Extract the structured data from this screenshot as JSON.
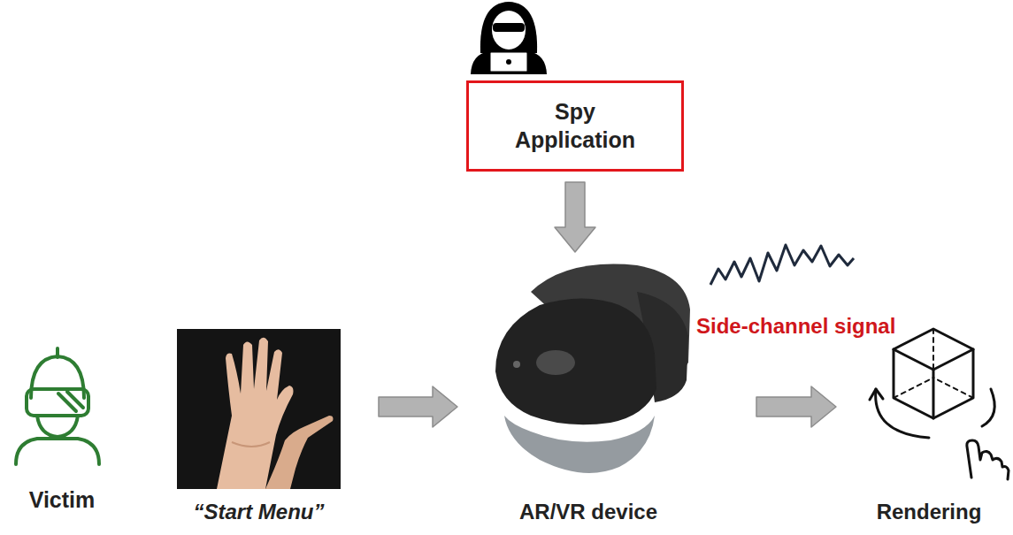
{
  "diagram": {
    "nodes": [
      {
        "text": [
          "Spy Application"
        ]
      },
      {
        "text": [
          "Victim"
        ]
      },
      {
        "text": [
          "“Start Menu”"
        ]
      },
      {
        "text": [
          "AR/VR device"
        ]
      },
      {
        "text": [
          "Rendering"
        ]
      }
    ],
    "edges": [
      {
        "from": 0,
        "to": 3,
        "arrow": "to"
      },
      {
        "from": 2,
        "to": 3,
        "arrow": "to"
      },
      {
        "from": 3,
        "to": 4,
        "arrow": "to"
      }
    ],
    "labels": [
      "Side-channel signal"
    ]
  }
}
